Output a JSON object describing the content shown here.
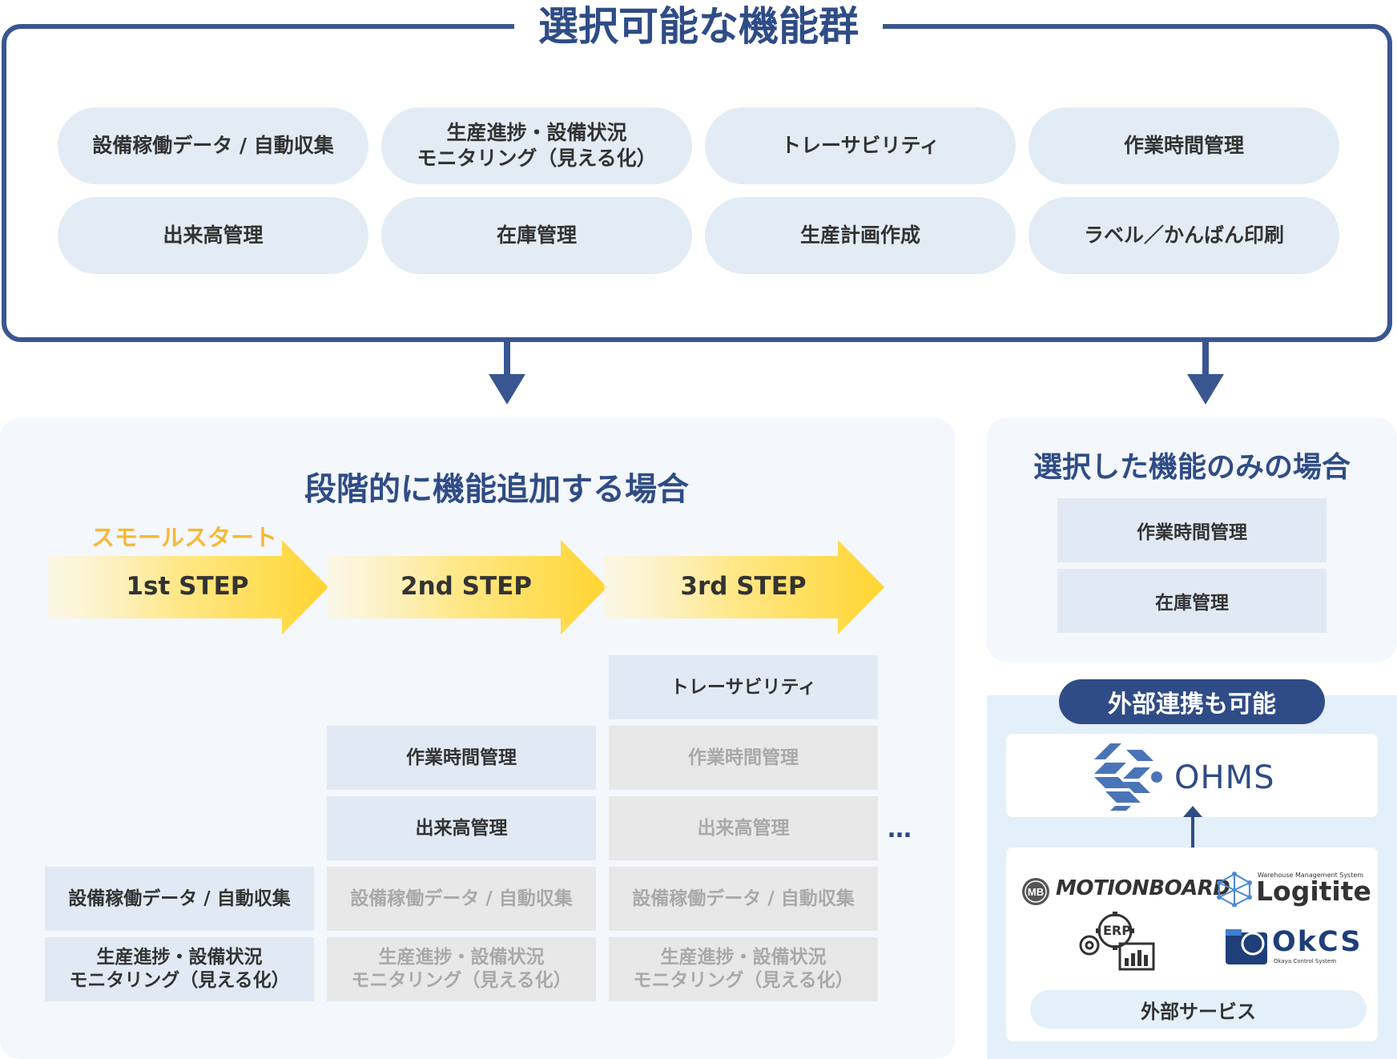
{
  "top": {
    "title": "選択可能な機能群",
    "functions": [
      "設備稼働データ / 自動収集",
      "生産進捗・設備状況\nモニタリング（見える化）",
      "トレーサビリティ",
      "作業時間管理",
      "出来高管理",
      "在庫管理",
      "生産計画作成",
      "ラベル／かんばん印刷"
    ]
  },
  "stepwise": {
    "title": "段階的に機能追加する場合",
    "small_start": "スモールスタート",
    "steps": [
      "1st STEP",
      "2nd STEP",
      "3rd STEP"
    ],
    "step1_cells": [
      "設備稼働データ / 自動収集",
      "生産進捗・設備状況\nモニタリング（見える化）"
    ],
    "step2_cells": [
      "作業時間管理",
      "出来高管理",
      "設備稼働データ / 自動収集",
      "生産進捗・設備状況\nモニタリング（見える化）"
    ],
    "step3_cells": [
      "トレーサビリティ",
      "作業時間管理",
      "出来高管理",
      "設備稼働データ / 自動収集",
      "生産進捗・設備状況\nモニタリング（見える化）"
    ],
    "more": "…"
  },
  "selected_only": {
    "title": "選択した機能のみの場合",
    "cells": [
      "作業時間管理",
      "在庫管理"
    ]
  },
  "external": {
    "badge": "外部連携も可能",
    "ohms": "OHMS",
    "motionboard": "MOTIONBOARD",
    "logitite_sub": "Warehouse Management System",
    "logitite": "Logitite",
    "erp": "ERP",
    "okcs": "OkCS",
    "okcs_sub": "Okaya Control System",
    "services_label": "外部サービス"
  },
  "colors": {
    "navy": "#2f4c86",
    "pill": "#e3ecf5",
    "arrow_yellow": "#ffd531",
    "small_start": "#f5b935",
    "disabled": "#e8e8e8"
  }
}
